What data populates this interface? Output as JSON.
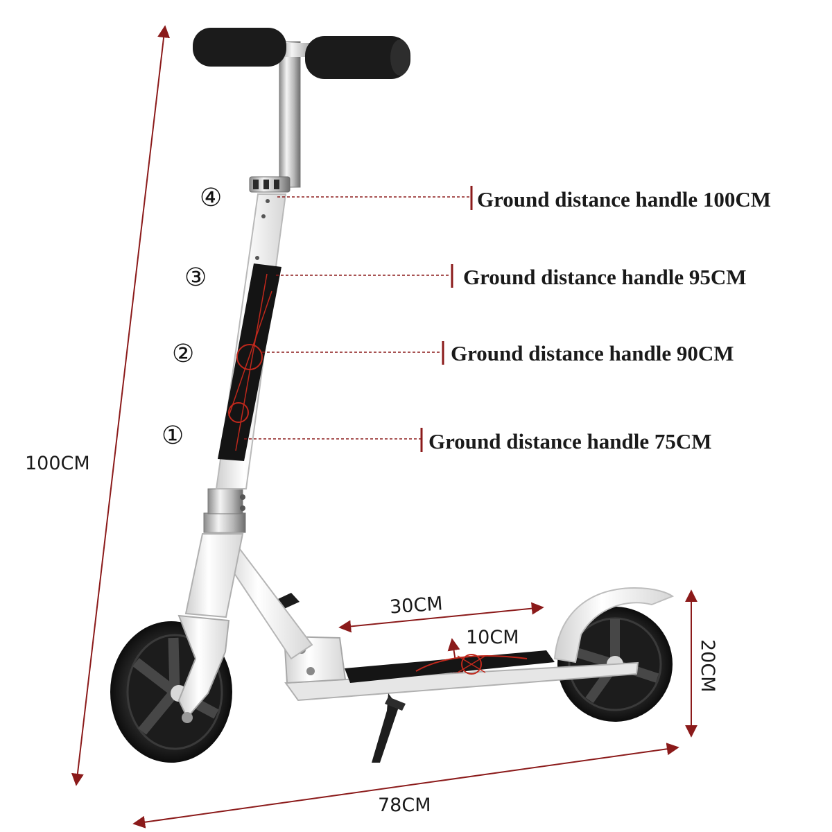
{
  "dimensions": {
    "total_height": "100CM",
    "total_length": "78CM",
    "deck_length": "30CM",
    "deck_height": "10CM",
    "wheel_diameter": "20CM"
  },
  "height_positions": [
    {
      "marker": "④",
      "label": "Ground distance handle 100CM"
    },
    {
      "marker": "③",
      "label": "Ground distance handle 95CM"
    },
    {
      "marker": "②",
      "label": "Ground distance handle 90CM"
    },
    {
      "marker": "①",
      "label": "Ground distance handle 75CM"
    }
  ],
  "colors": {
    "dimension_line": "#8b1a1a",
    "frame": "#f2f2f2",
    "grip": "#1b1b1b",
    "deck_accent": "#c0281c"
  }
}
